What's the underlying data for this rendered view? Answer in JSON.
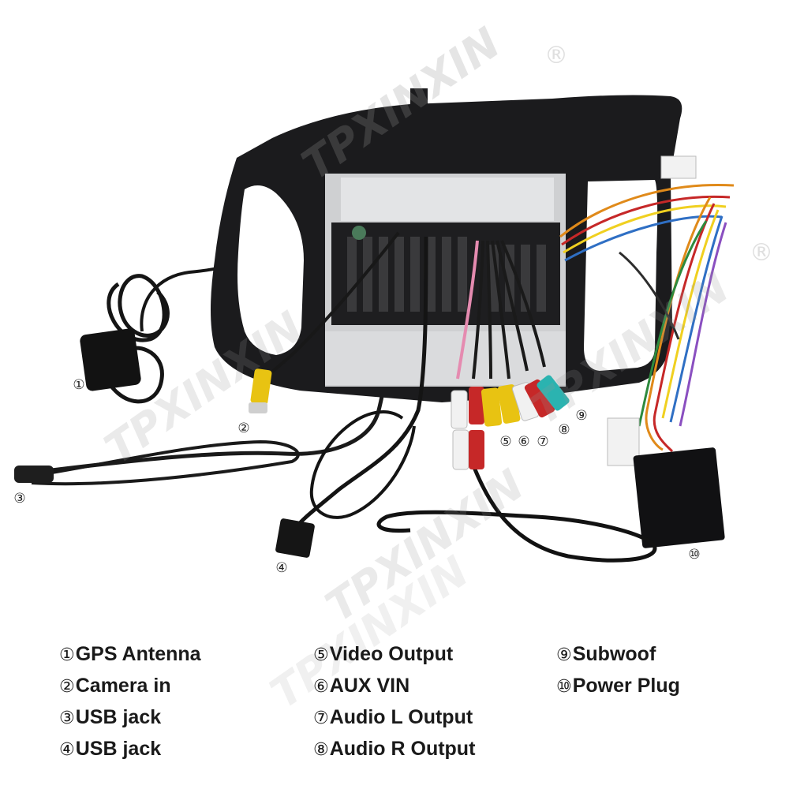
{
  "watermark": {
    "brand": "TPXINXIN",
    "registered": "®"
  },
  "callouts": [
    {
      "num": "①"
    },
    {
      "num": "②"
    },
    {
      "num": "③"
    },
    {
      "num": "④"
    },
    {
      "num": "⑤"
    },
    {
      "num": "⑥"
    },
    {
      "num": "⑦"
    },
    {
      "num": "⑧"
    },
    {
      "num": "⑨"
    },
    {
      "num": "⑩"
    }
  ],
  "legend": [
    {
      "num": "①",
      "label": "GPS Antenna"
    },
    {
      "num": "②",
      "label": "Camera in"
    },
    {
      "num": "③",
      "label": "USB jack"
    },
    {
      "num": "④",
      "label": "USB jack"
    },
    {
      "num": "⑤",
      "label": "Video Output"
    },
    {
      "num": "⑥",
      "label": "AUX VIN"
    },
    {
      "num": "⑦",
      "label": "Audio L Output"
    },
    {
      "num": "⑧",
      "label": "Audio R Output"
    },
    {
      "num": "⑨",
      "label": "Subwoof"
    },
    {
      "num": "⑩",
      "label": "Power Plug"
    }
  ],
  "colors": {
    "frame": "#1b1b1d",
    "metal": "#cfd0d2",
    "rca_yellow": "#e8c312",
    "rca_red": "#c62828",
    "rca_white": "#f1f1f1",
    "rca_teal": "#2bb3b0"
  }
}
